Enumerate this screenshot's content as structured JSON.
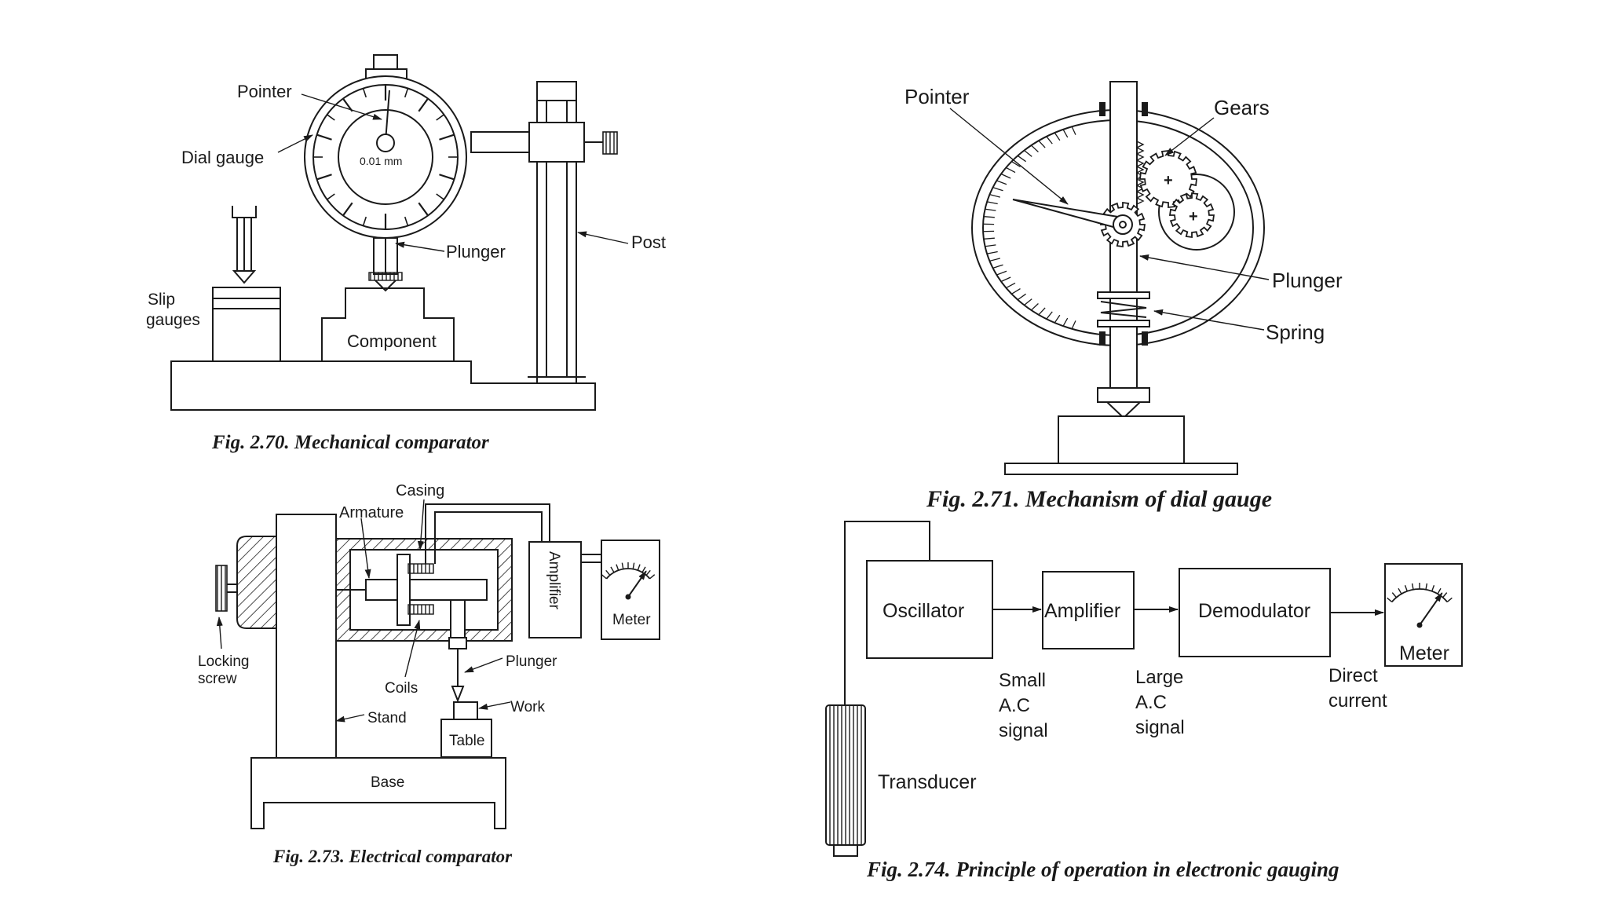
{
  "fig270": {
    "caption": "Fig. 2.70. Mechanical comparator",
    "labels": {
      "pointer": "Pointer",
      "dial_gauge": "Dial gauge",
      "dial_face": "0.01 mm",
      "plunger": "Plunger",
      "post": "Post",
      "slip_gauges_1": "Slip",
      "slip_gauges_2": "gauges",
      "component": "Component"
    }
  },
  "fig271": {
    "caption": "Fig. 2.71. Mechanism of dial gauge",
    "labels": {
      "pointer": "Pointer",
      "gears": "Gears",
      "plunger": "Plunger",
      "spring": "Spring"
    }
  },
  "fig273": {
    "caption": "Fig. 2.73. Electrical comparator",
    "labels": {
      "casing": "Casing",
      "armature": "Armature",
      "amplifier": "Amplifier",
      "meter": "Meter",
      "locking_screw_1": "Locking",
      "locking_screw_2": "screw",
      "coils": "Coils",
      "plunger": "Plunger",
      "work": "Work",
      "stand": "Stand",
      "table": "Table",
      "base": "Base"
    }
  },
  "fig274": {
    "caption": "Fig. 2.74. Principle of operation in electronic gauging",
    "labels": {
      "oscillator": "Oscillator",
      "amplifier": "Amplifier",
      "demodulator": "Demodulator",
      "meter": "Meter",
      "small_1": "Small",
      "small_2": "A.C",
      "small_3": "signal",
      "large_1": "Large",
      "large_2": "A.C",
      "large_3": "signal",
      "direct_1": "Direct",
      "direct_2": "current",
      "transducer": "Transducer"
    }
  }
}
